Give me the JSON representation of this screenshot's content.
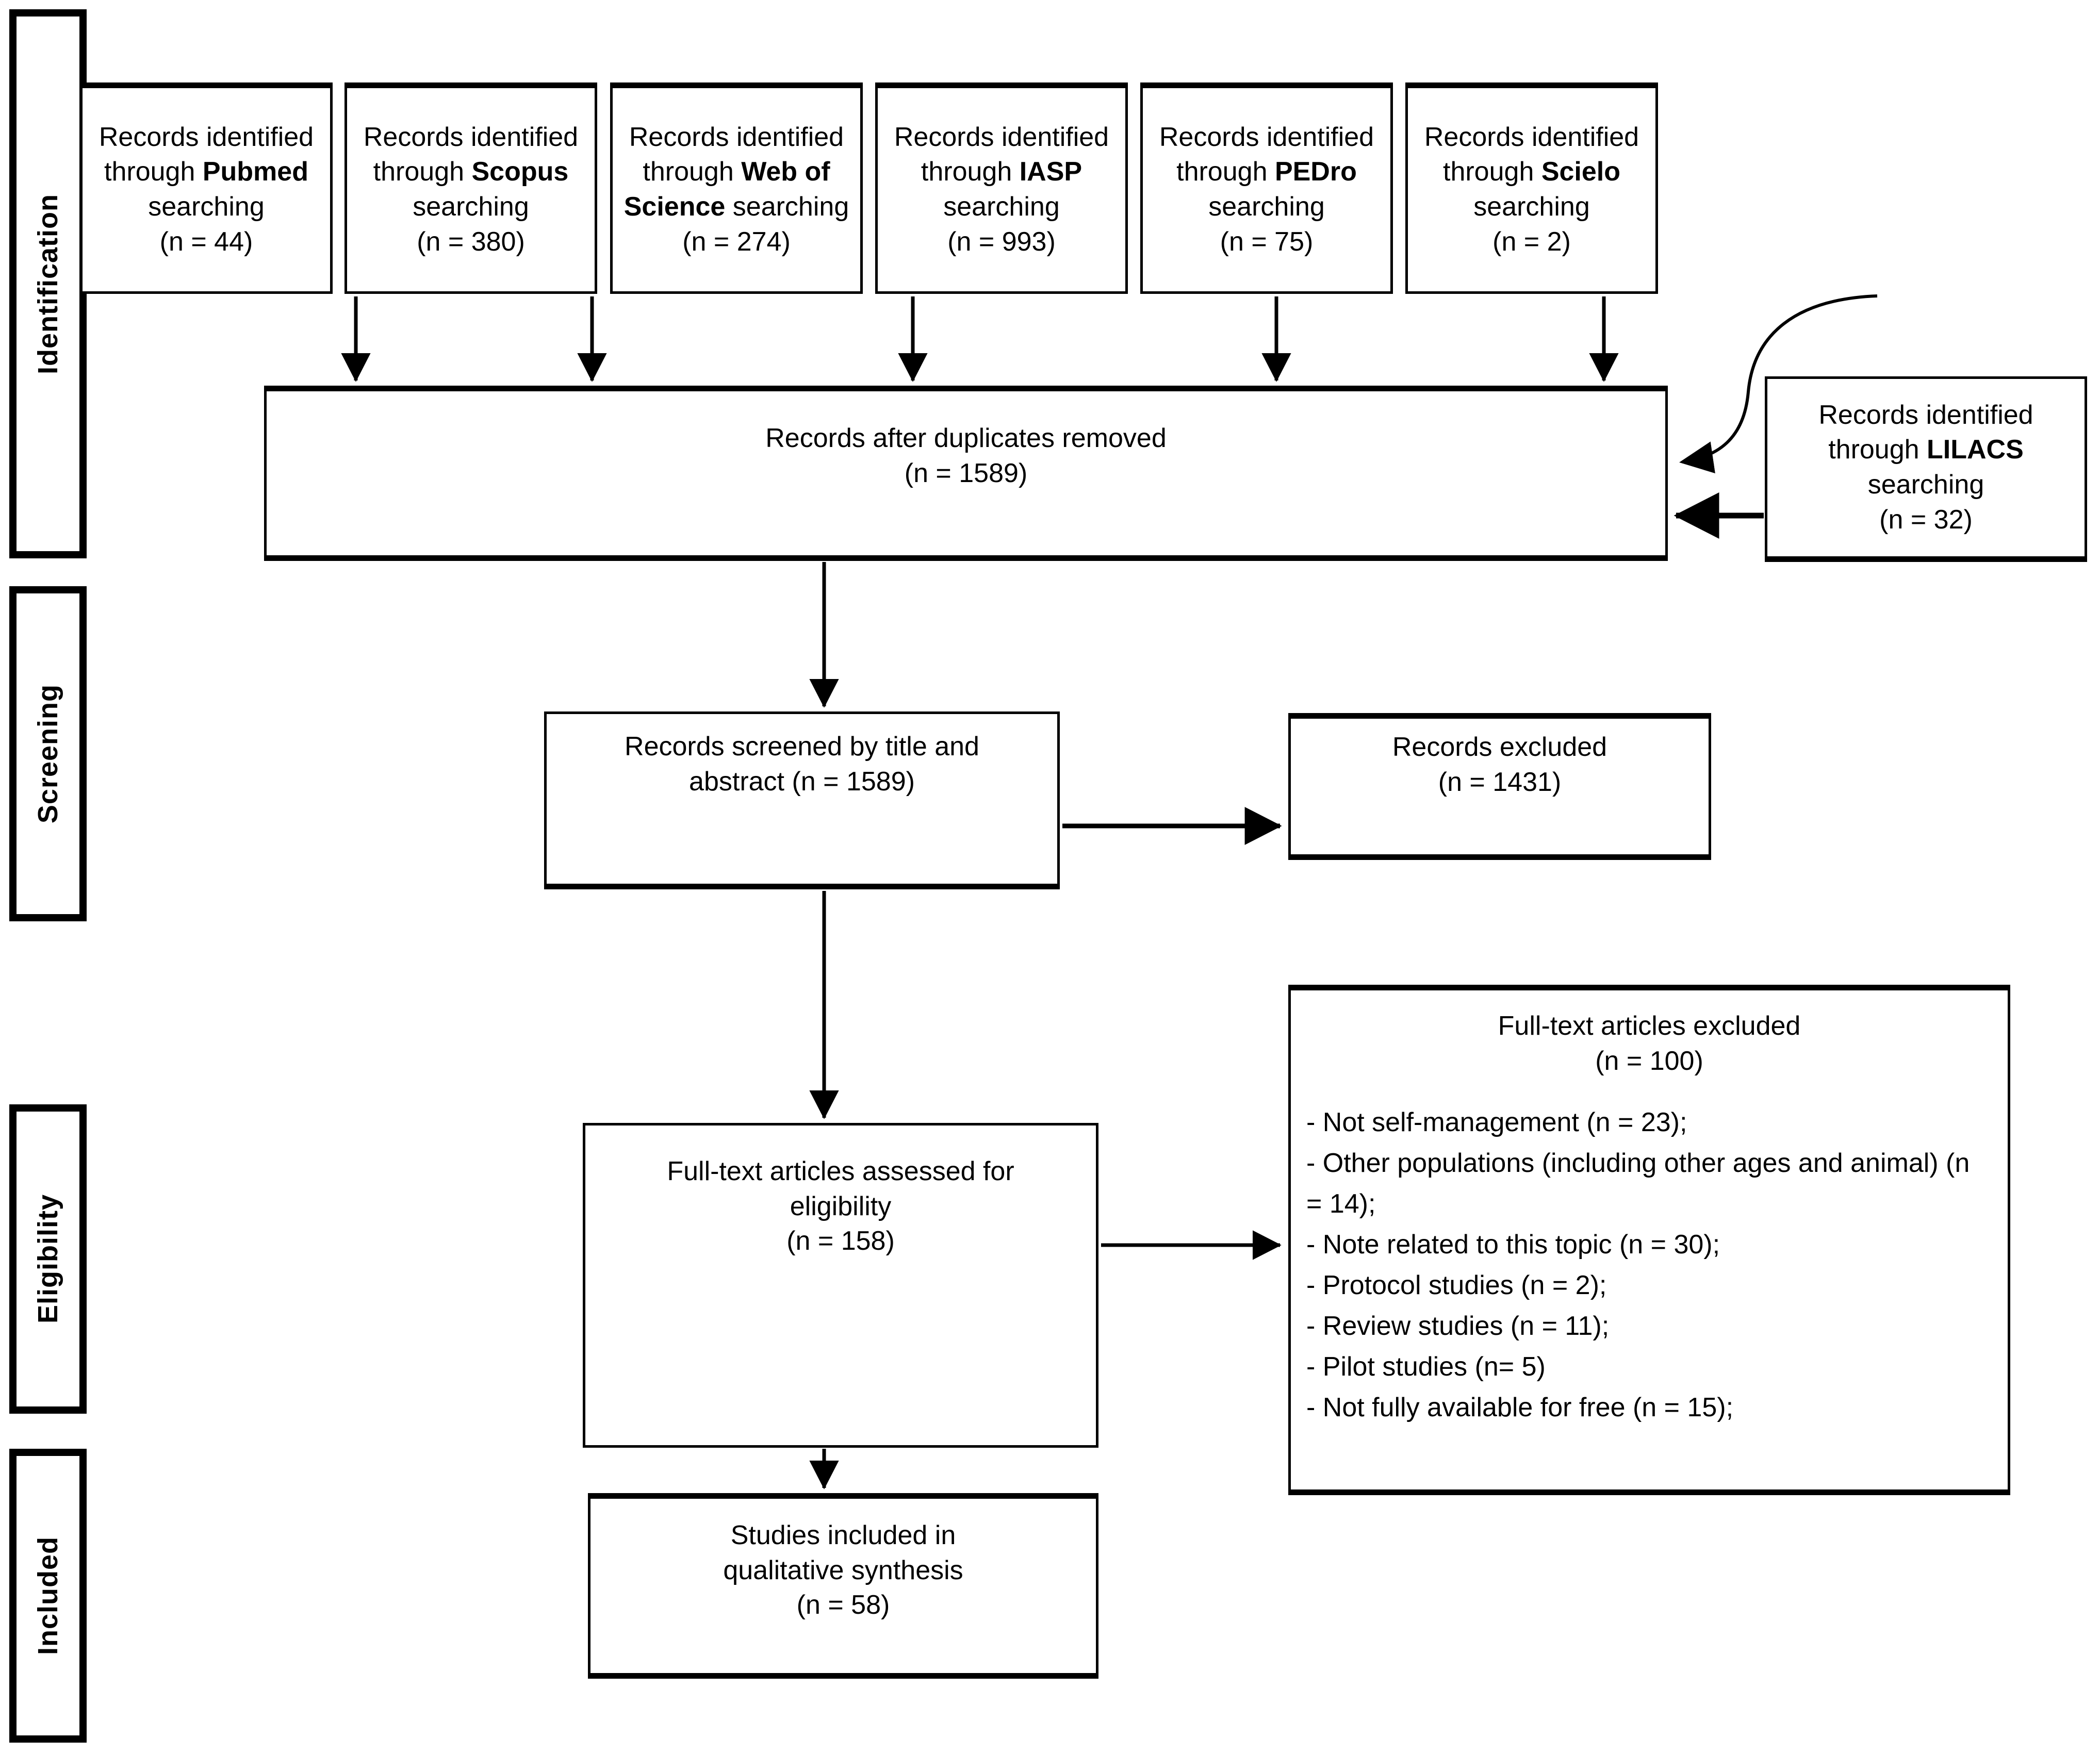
{
  "diagram": {
    "type": "prisma-flow-diagram",
    "stages": [
      {
        "id": "identification",
        "label": "Identification"
      },
      {
        "id": "screening",
        "label": "Screening"
      },
      {
        "id": "eligibility",
        "label": "Eligibility"
      },
      {
        "id": "included",
        "label": "Included"
      }
    ],
    "sources": [
      {
        "id": "pubmed",
        "prefix": "Records identified",
        "through": "through ",
        "database": "Pubmed",
        "suffix": "",
        "searching": "searching",
        "count": "(n = 44)"
      },
      {
        "id": "scopus",
        "prefix": "Records identified",
        "through": "through ",
        "database": "Scopus",
        "suffix": "",
        "searching": "searching",
        "count": "(n = 380)"
      },
      {
        "id": "wos",
        "prefix": "Records identified",
        "through": "through ",
        "database": "Web of Science",
        "suffix": " searching",
        "searching": "",
        "count": "(n = 274)"
      },
      {
        "id": "iasp",
        "prefix": "Records identified",
        "through": "through ",
        "database": "IASP",
        "suffix": "",
        "searching": "searching",
        "count": "(n = 993)"
      },
      {
        "id": "pedro",
        "prefix": "Records identified",
        "through": "through ",
        "database": "PEDro",
        "suffix": "",
        "searching": "searching",
        "count": "(n = 75)"
      },
      {
        "id": "scielo",
        "prefix": "Records identified",
        "through": "through ",
        "database": "Scielo",
        "suffix": "",
        "searching": "searching",
        "count": "(n = 2)"
      }
    ],
    "lilacs": {
      "prefix": "Records identified",
      "through": "through ",
      "database": "LILACS",
      "searching": "searching",
      "count": "(n = 32)"
    },
    "duplicates": {
      "title": "Records after duplicates removed",
      "count": "(n = 1589)"
    },
    "screened": {
      "line1": "Records screened by title  and",
      "line2": "abstract (n = 1589)"
    },
    "records_excluded": {
      "title": "Records excluded",
      "count": "(n = 1431)"
    },
    "fulltext_assessed": {
      "line1": "Full-text articles assessed for",
      "line2": "eligibility",
      "count": "(n = 158)"
    },
    "fulltext_excluded": {
      "title": "Full-text articles excluded",
      "count": "(n = 100)",
      "reasons": [
        "- Not self-management (n = 23);",
        "- Other populations (including other ages and animal) (n = 14);",
        "- Note related to this topic (n = 30);",
        "- Protocol studies (n = 2);",
        "- Review studies (n = 11);",
        "- Pilot studies (n= 5)",
        "- Not fully available for free (n = 15);"
      ]
    },
    "included_studies": {
      "line1": "Studies included in",
      "line2": "qualitative synthesis",
      "count": "(n = 58)"
    },
    "colors": {
      "stroke": "#000000",
      "background": "#ffffff",
      "text": "#000000"
    }
  }
}
